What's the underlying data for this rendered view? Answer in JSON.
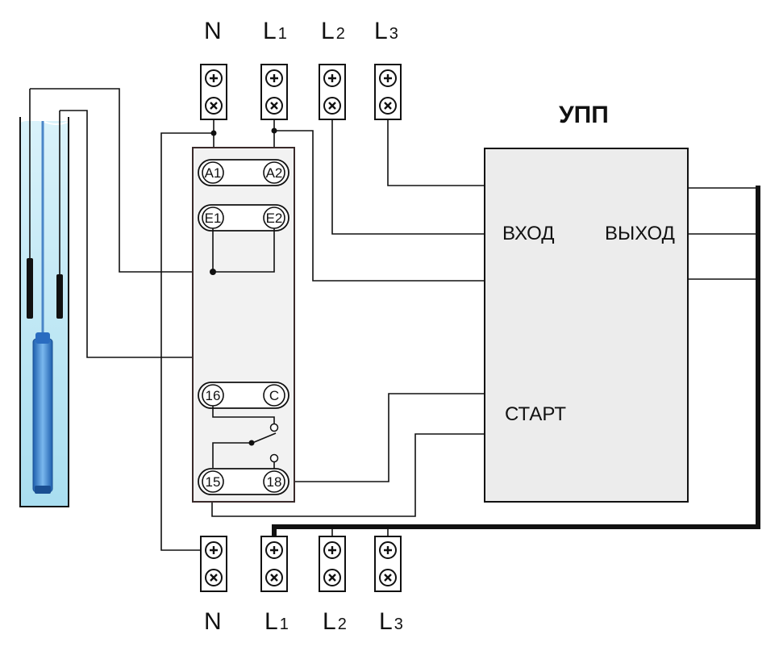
{
  "top_terminals": [
    {
      "main": "N",
      "sub": ""
    },
    {
      "main": "L",
      "sub": "1"
    },
    {
      "main": "L",
      "sub": "2"
    },
    {
      "main": "L",
      "sub": "3"
    }
  ],
  "bottom_terminals": [
    {
      "main": "N",
      "sub": ""
    },
    {
      "main": "L",
      "sub": "1"
    },
    {
      "main": "L",
      "sub": "2"
    },
    {
      "main": "L",
      "sub": "3"
    }
  ],
  "relay": {
    "terminals": {
      "a1": "A1",
      "a2": "A2",
      "e1": "E1",
      "e2": "E2",
      "t16": "16",
      "c": "C",
      "t15": "15",
      "t18": "18"
    }
  },
  "upp": {
    "title": "УПП",
    "input_label": "ВХОД",
    "output_label": "ВЫХОД",
    "start_label": "СТАРТ"
  },
  "colors": {
    "water": "#bfe8f4",
    "pump": "#3a7fd0",
    "upp_fill": "#ececec",
    "relay_fill": "#f2f2f2",
    "wire": "#111111"
  }
}
